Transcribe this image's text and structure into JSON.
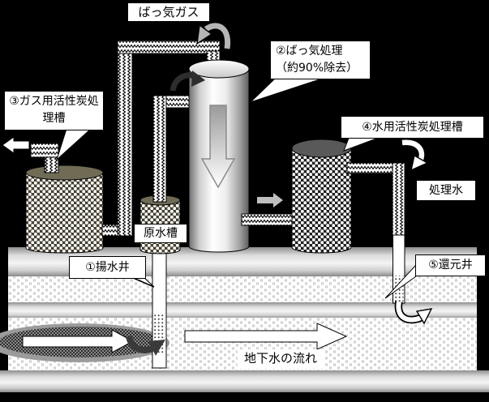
{
  "scene": {
    "background_color": "#000000"
  },
  "labels": {
    "aeration_gas": "ばっ気ガス",
    "aeration_treatment_line1": "②ばっ気処理",
    "aeration_treatment_line2": "（約90%除去）",
    "gas_carbon_tank_line1": "③ガス用活性炭処",
    "gas_carbon_tank_line2": "理槽",
    "water_carbon_tank": "④水用活性炭処理槽",
    "treated_water": "処理水",
    "raw_water_tank": "原水槽",
    "pumping_well": "①揚水井",
    "recharge_well": "⑤還元井",
    "groundwater_flow": "地下水の流れ"
  },
  "colors": {
    "label_background": "#ffffff",
    "label_border": "#000000",
    "gas_tank_top": "#6f6b55",
    "water_tank_top": "#595959",
    "plume_dark": "#2f2f2f",
    "ground_light": "#f4f4f4"
  }
}
